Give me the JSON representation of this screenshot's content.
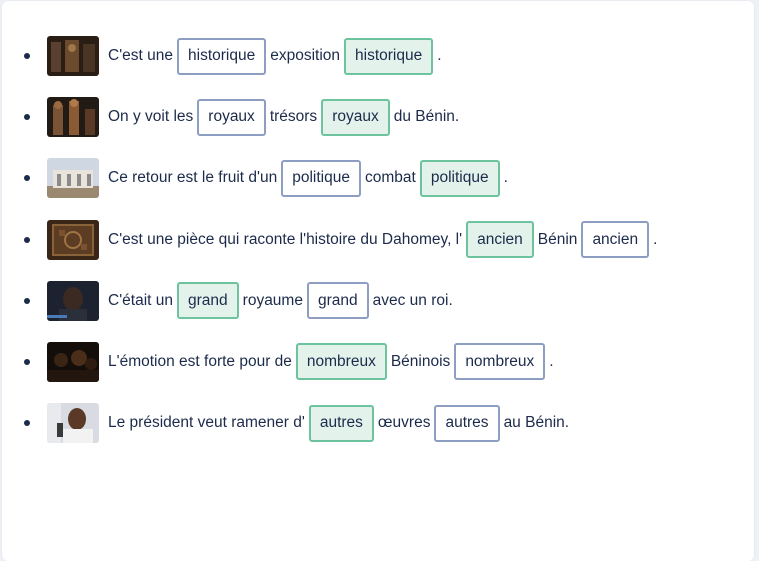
{
  "colors": {
    "page_background": "#eef2f7",
    "card_background": "#ffffff",
    "text": "#1c2b4a",
    "empty_chip_border": "#8e9dc2",
    "filled_chip_border": "#6cc39e",
    "filled_chip_background": "#e3f3ec"
  },
  "sentences": [
    {
      "thumbnail": "museum-exhibition-image",
      "parts": [
        {
          "type": "text",
          "value": "C'est une"
        },
        {
          "type": "chip",
          "state": "empty",
          "value": "historique"
        },
        {
          "type": "text",
          "value": "exposition"
        },
        {
          "type": "chip",
          "state": "filled",
          "value": "historique"
        },
        {
          "type": "text",
          "value": "."
        }
      ]
    },
    {
      "thumbnail": "royal-statues-image",
      "parts": [
        {
          "type": "text",
          "value": "On y voit les"
        },
        {
          "type": "chip",
          "state": "empty",
          "value": "royaux"
        },
        {
          "type": "text",
          "value": "trésors"
        },
        {
          "type": "chip",
          "state": "filled",
          "value": "royaux"
        },
        {
          "type": "text",
          "value": "du Bénin."
        }
      ]
    },
    {
      "thumbnail": "palace-building-image",
      "parts": [
        {
          "type": "text",
          "value": "Ce retour est le fruit d'un"
        },
        {
          "type": "chip",
          "state": "empty",
          "value": "politique"
        },
        {
          "type": "text",
          "value": "combat"
        },
        {
          "type": "chip",
          "state": "filled",
          "value": "politique"
        },
        {
          "type": "text",
          "value": "."
        }
      ]
    },
    {
      "thumbnail": "carved-panel-image",
      "parts": [
        {
          "type": "text",
          "value": "C'est une pièce qui raconte l'histoire du Dahomey,  l'"
        },
        {
          "type": "chip",
          "state": "filled",
          "value": "ancien"
        },
        {
          "type": "text",
          "value": "Bénin"
        },
        {
          "type": "chip",
          "state": "empty",
          "value": "ancien"
        },
        {
          "type": "text",
          "value": "."
        }
      ]
    },
    {
      "thumbnail": "man-portrait-image",
      "parts": [
        {
          "type": "text",
          "value": "C'était un"
        },
        {
          "type": "chip",
          "state": "filled",
          "value": "grand"
        },
        {
          "type": "text",
          "value": "royaume"
        },
        {
          "type": "chip",
          "state": "empty",
          "value": "grand"
        },
        {
          "type": "text",
          "value": "avec un roi."
        }
      ]
    },
    {
      "thumbnail": "crowd-dark-image",
      "parts": [
        {
          "type": "text",
          "value": "L'émotion est forte pour de"
        },
        {
          "type": "chip",
          "state": "filled",
          "value": "nombreux"
        },
        {
          "type": "text",
          "value": "Béninois"
        },
        {
          "type": "chip",
          "state": "empty",
          "value": "nombreux"
        },
        {
          "type": "text",
          "value": "."
        }
      ]
    },
    {
      "thumbnail": "president-speaking-image",
      "parts": [
        {
          "type": "text",
          "value": "Le président veut ramener d'"
        },
        {
          "type": "chip",
          "state": "filled",
          "value": "autres"
        },
        {
          "type": "text",
          "value": "œuvres"
        },
        {
          "type": "chip",
          "state": "empty",
          "value": "autres"
        },
        {
          "type": "text",
          "value": "au Bénin."
        }
      ]
    }
  ]
}
